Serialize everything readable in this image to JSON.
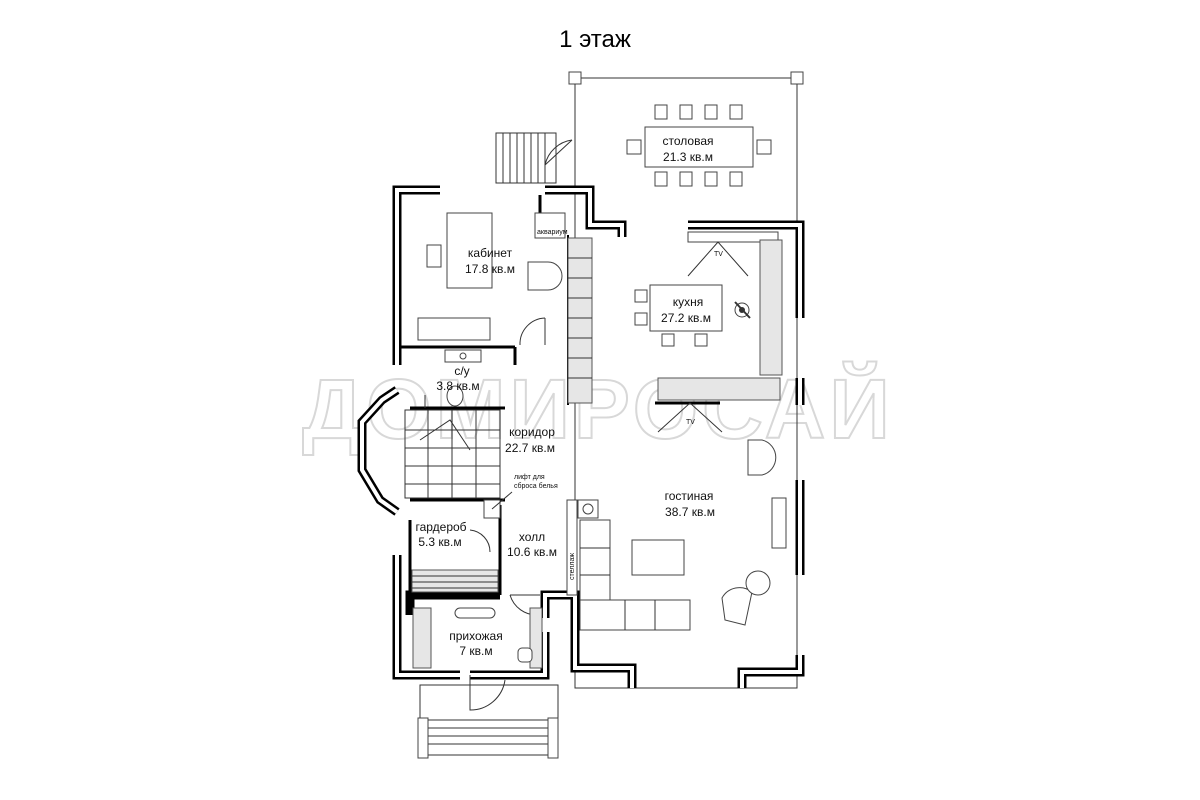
{
  "title": "1 этаж",
  "watermark": "ДОМИРОСАЙ",
  "rooms": [
    {
      "id": "dining",
      "name": "столовая",
      "area": "21.3 кв.м"
    },
    {
      "id": "office",
      "name": "кабинет",
      "area": "17.8 кв.м"
    },
    {
      "id": "kitchen",
      "name": "кухня",
      "area": "27.2 кв.м"
    },
    {
      "id": "wc",
      "name": "с/у",
      "area": "3.8 кв.м"
    },
    {
      "id": "corridor",
      "name": "коридор",
      "area": "22.7 кв.м"
    },
    {
      "id": "living",
      "name": "гостиная",
      "area": "38.7 кв.м"
    },
    {
      "id": "wardrobe",
      "name": "гардероб",
      "area": "5.3 кв.м"
    },
    {
      "id": "hall",
      "name": "холл",
      "area": "10.6 кв.м"
    },
    {
      "id": "entry",
      "name": "прихожая",
      "area": "7 кв.м"
    }
  ],
  "annotations": {
    "aquarium": "аквариум",
    "tv_kitchen": "TV",
    "tv_living": "TV",
    "laundry_chute_line1": "лифт для",
    "laundry_chute_line2": "сброса белья",
    "shelving": "стеллаж"
  }
}
